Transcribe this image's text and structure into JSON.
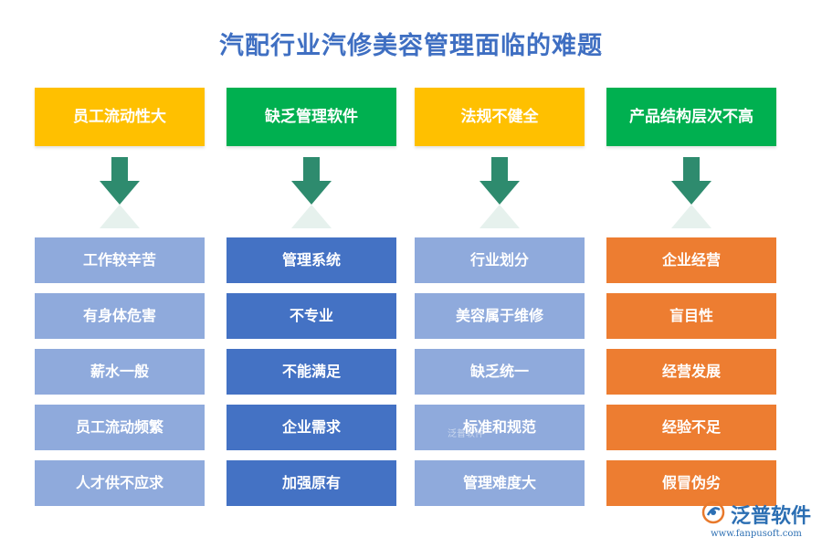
{
  "title": "汽配行业汽修美容管理面临的难题",
  "columns": [
    {
      "heading": "员工流动性大",
      "heading_color": "#ffc000",
      "item_color": "#8faadc",
      "items": [
        "工作较辛苦",
        "有身体危害",
        "薪水一般",
        "员工流动频繁",
        "人才供不应求"
      ]
    },
    {
      "heading": "缺乏管理软件",
      "heading_color": "#00b050",
      "item_color": "#4472c4",
      "items": [
        "管理系统",
        "不专业",
        "不能满足",
        "企业需求",
        "加强原有"
      ]
    },
    {
      "heading": "法规不健全",
      "heading_color": "#ffc000",
      "item_color": "#8faadc",
      "items": [
        "行业划分",
        "美容属于维修",
        "缺乏统一",
        "标准和规范",
        "管理难度大"
      ]
    },
    {
      "heading": "产品结构层次不高",
      "heading_color": "#00b050",
      "item_color": "#ed7d31",
      "items": [
        "企业经营",
        "盲目性",
        "经营发展",
        "经验不足",
        "假冒伪劣"
      ]
    }
  ],
  "arrow_color": "#2e8b6e",
  "logo": {
    "name": "泛普软件",
    "url": "www.fanpusoft.com",
    "watermark": "泛普软件",
    "color": "#2c6fb3"
  }
}
